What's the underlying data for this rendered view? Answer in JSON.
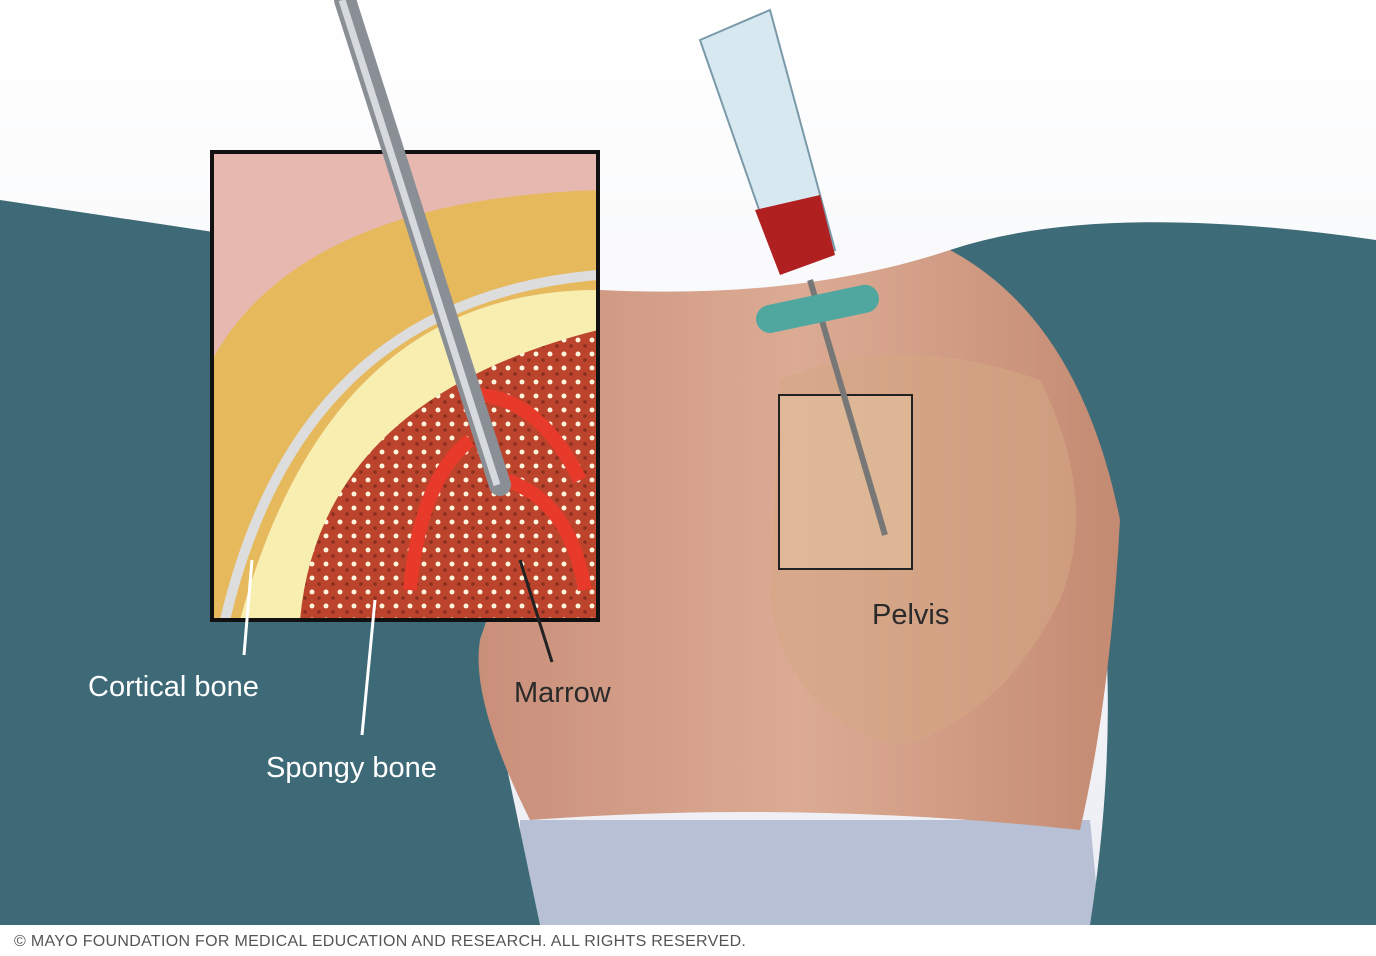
{
  "labels": {
    "cortical_bone": "Cortical bone",
    "spongy_bone": "Spongy bone",
    "marrow": "Marrow",
    "pelvis": "Pelvis"
  },
  "copyright": "© MAYO FOUNDATION FOR MEDICAL EDUCATION AND RESEARCH. ALL RIGHTS RESERVED.",
  "colors": {
    "drape": "#3e6a78",
    "skin": "#d9a48d",
    "marrow": "#b8321f",
    "spongy": "#f7eeb0",
    "arrow": "#e83a2a"
  }
}
